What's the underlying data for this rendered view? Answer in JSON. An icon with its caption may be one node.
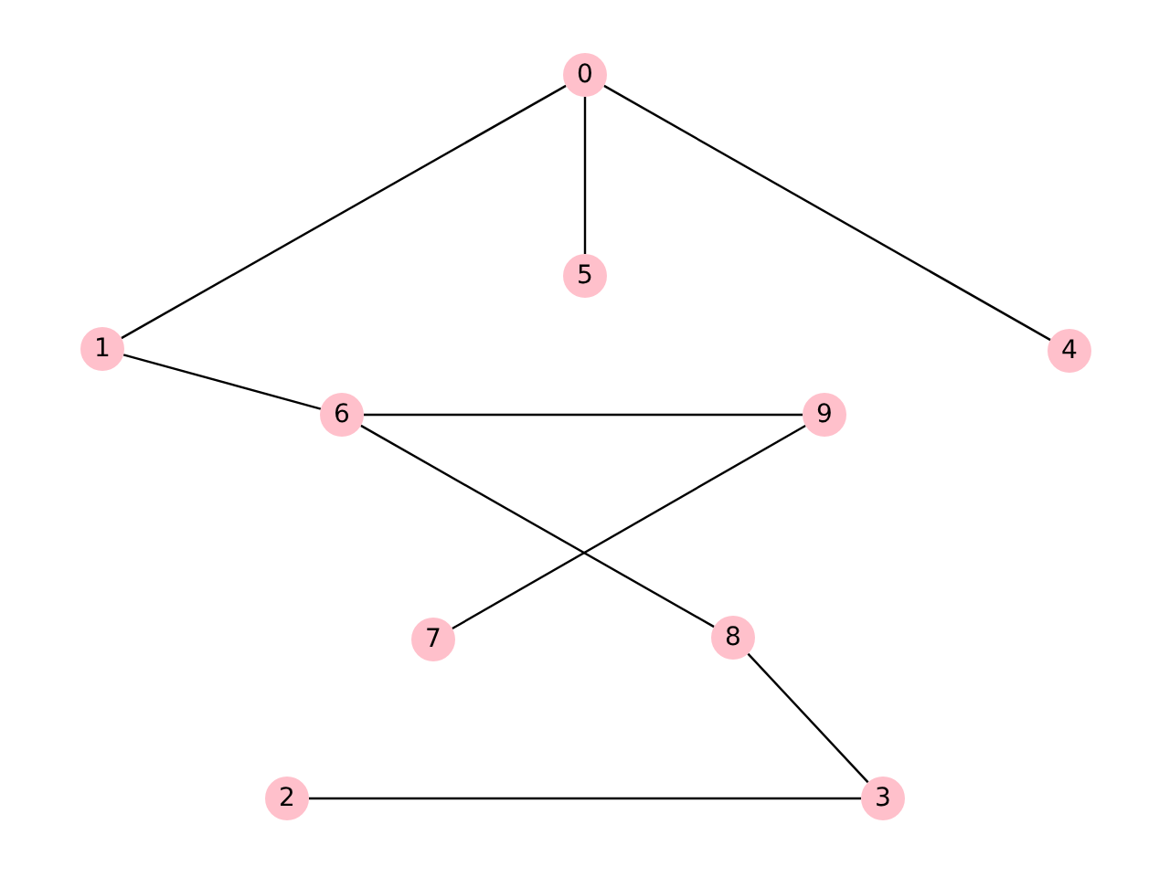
{
  "diagram": {
    "nodes": [
      {
        "text": [
          "0"
        ]
      },
      {
        "text": [
          "5"
        ]
      },
      {
        "text": [
          "1"
        ]
      },
      {
        "text": [
          "4"
        ]
      },
      {
        "text": [
          "6"
        ]
      },
      {
        "text": [
          "9"
        ]
      },
      {
        "text": [
          "7"
        ]
      },
      {
        "text": [
          "8"
        ]
      },
      {
        "text": [
          "2"
        ]
      },
      {
        "text": [
          "3"
        ]
      }
    ],
    "edges": [
      {
        "from": 0,
        "to": 2,
        "arrow": "none"
      },
      {
        "from": 0,
        "to": 1,
        "arrow": "none"
      },
      {
        "from": 0,
        "to": 3,
        "arrow": "none"
      },
      {
        "from": 2,
        "to": 4,
        "arrow": "none"
      },
      {
        "from": 4,
        "to": 5,
        "arrow": "none"
      },
      {
        "from": 4,
        "to": 7,
        "arrow": "none"
      },
      {
        "from": 5,
        "to": 6,
        "arrow": "none"
      },
      {
        "from": 7,
        "to": 9,
        "arrow": "none"
      },
      {
        "from": 8,
        "to": 9,
        "arrow": "none"
      }
    ]
  }
}
